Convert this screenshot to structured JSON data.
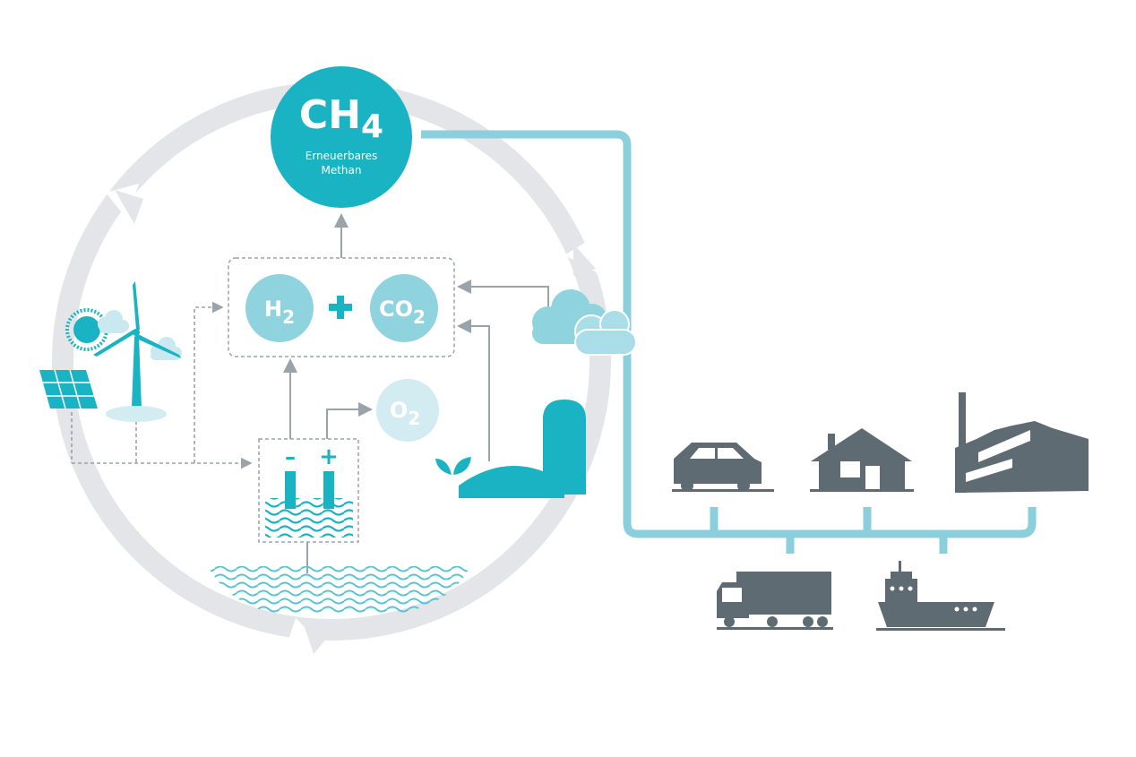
{
  "ch4": {
    "formula_main": "CH",
    "formula_sub": "4",
    "caption_line1": "Erneuerbares",
    "caption_line2": "Methan"
  },
  "h2": {
    "main": "H",
    "sub": "2"
  },
  "co2": {
    "main": "CO",
    "sub": "2"
  },
  "o2": {
    "main": "O",
    "sub": "2"
  },
  "electrolyzer": {
    "minus": "–",
    "plus": "+"
  },
  "plus_sign": "+",
  "colors": {
    "teal": "#1ab3c4",
    "teal_light": "#8fd3df",
    "teal_pale": "#d2ecf1",
    "pipe": "#8ccfdc",
    "cycle_gray": "#e3e5e8",
    "icon_gray": "#5e6b73",
    "arrow_gray": "#9aa3a9"
  },
  "icons": {
    "energy_sources": [
      "sun-icon",
      "cloud-icon",
      "wind-turbine-icon",
      "solar-panel-icon"
    ],
    "co2_source": "clouds-icon",
    "biogas": [
      "leaf-icon",
      "biogas-plant-icon",
      "silo-icon"
    ],
    "consumers": [
      "car-icon",
      "house-icon",
      "factory-icon",
      "truck-icon",
      "ship-icon"
    ]
  }
}
